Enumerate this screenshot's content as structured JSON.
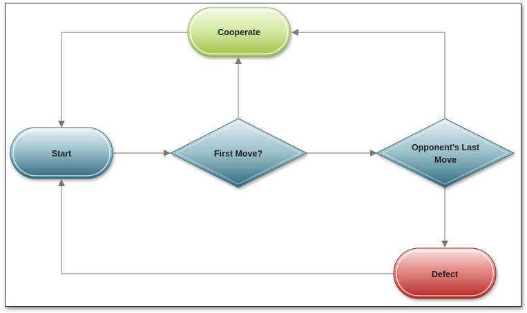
{
  "diagram": {
    "nodes": {
      "cooperate": {
        "label": "Cooperate",
        "shape": "terminator",
        "fill": "#b6d56e"
      },
      "start": {
        "label": "Start",
        "shape": "terminator",
        "fill": "#3e7c8f"
      },
      "first_move": {
        "label": "First Move?",
        "shape": "decision",
        "fill": "#3e7c8f"
      },
      "opponent_last_move": {
        "label_line1": "Opponent's Last",
        "label_line2": "Move",
        "shape": "decision",
        "fill": "#3e7c8f"
      },
      "defect": {
        "label": "Defect",
        "shape": "terminator",
        "fill": "#c43a36"
      }
    },
    "edges": [
      {
        "from": "start",
        "to": "first_move"
      },
      {
        "from": "first_move",
        "to": "cooperate"
      },
      {
        "from": "first_move",
        "to": "opponent_last_move"
      },
      {
        "from": "opponent_last_move",
        "to": "cooperate"
      },
      {
        "from": "opponent_last_move",
        "to": "defect"
      },
      {
        "from": "cooperate",
        "to": "start"
      },
      {
        "from": "defect",
        "to": "start"
      }
    ],
    "colors": {
      "connector": "#8a8a8a",
      "label_dark": "#1f1f1f",
      "label_light": "#ffffff"
    }
  }
}
